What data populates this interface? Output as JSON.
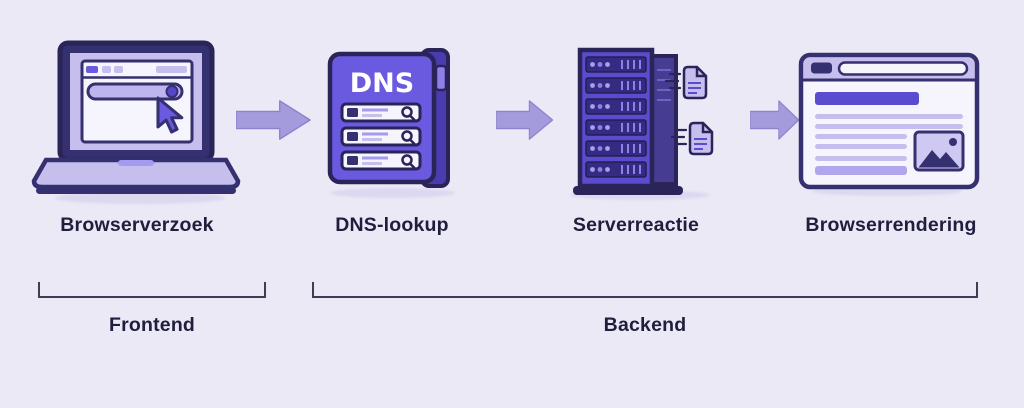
{
  "steps": [
    {
      "label": "Browserverzoek",
      "icon": "laptop-browser-icon"
    },
    {
      "label": "DNS-lookup",
      "icon": "dns-book-icon"
    },
    {
      "label": "Serverreactie",
      "icon": "server-stack-icon"
    },
    {
      "label": "Browserrendering",
      "icon": "browser-window-icon"
    }
  ],
  "book": {
    "title": "DNS"
  },
  "groups": {
    "frontend": {
      "label": "Frontend"
    },
    "backend": {
      "label": "Backend"
    }
  },
  "colors": {
    "background": "#EBE9F6",
    "outline_dark_purple": "#2A2459",
    "purple": "#5B4CCF",
    "violet": "#6A5AE0",
    "light_purple": "#C6BFEE",
    "arrow": "#A49BDC",
    "text": "#201E3D",
    "bracket": "#3E3D55"
  }
}
